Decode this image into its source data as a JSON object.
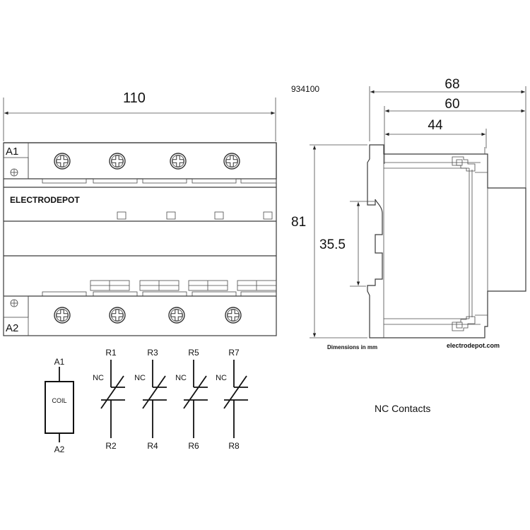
{
  "front_view": {
    "width_dim": "110",
    "top_terminal": "A1",
    "bottom_terminal": "A2",
    "brand": "ELECTRODEPOT"
  },
  "side_view": {
    "part_number": "934100",
    "dim_68": "68",
    "dim_60": "60",
    "dim_44": "44",
    "height_dim": "81",
    "rail_dim": "35.5",
    "units_note": "Dimensions in mm",
    "website": "electrodepot.com"
  },
  "schematic": {
    "coil": {
      "top": "A1",
      "label": "COIL",
      "bottom": "A2"
    },
    "contacts": [
      {
        "top": "R1",
        "type": "NC",
        "bottom": "R2"
      },
      {
        "top": "R3",
        "type": "NC",
        "bottom": "R4"
      },
      {
        "top": "R5",
        "type": "NC",
        "bottom": "R6"
      },
      {
        "top": "R7",
        "type": "NC",
        "bottom": "R8"
      }
    ],
    "caption": "NC Contacts"
  }
}
